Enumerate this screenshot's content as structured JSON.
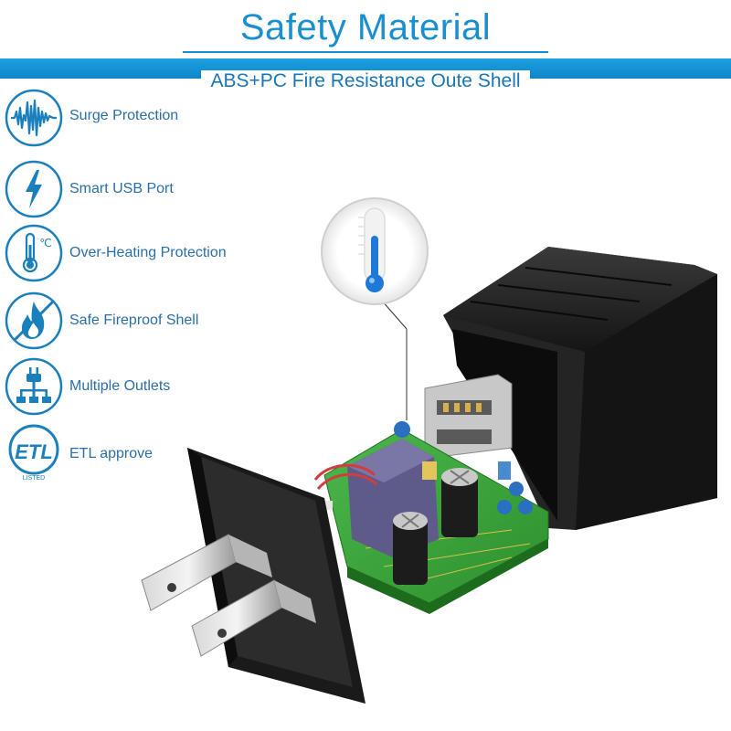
{
  "header": {
    "title": "Safety Material",
    "subtitle": "ABS+PC Fire Resistance Oute Shell"
  },
  "features": [
    {
      "label": "Surge Protection",
      "icon": "waveform-icon"
    },
    {
      "label": "Smart USB Port",
      "icon": "lightning-bolt-icon"
    },
    {
      "label": "Over-Heating Protection",
      "icon": "thermometer-icon",
      "icon_text": "℃"
    },
    {
      "label": "Safe Fireproof Shell",
      "icon": "flame-icon"
    },
    {
      "label": "Multiple Outlets",
      "icon": "plug-network-icon"
    },
    {
      "label": "ETL approve",
      "icon": "etl-logo-icon",
      "icon_text": "ETL",
      "icon_subtext": "LISTED"
    }
  ],
  "colors": {
    "accent": "#1a8fd0",
    "label": "#2a6fa8",
    "device": "#1c1c1c",
    "pcb": "#3aa83a"
  }
}
